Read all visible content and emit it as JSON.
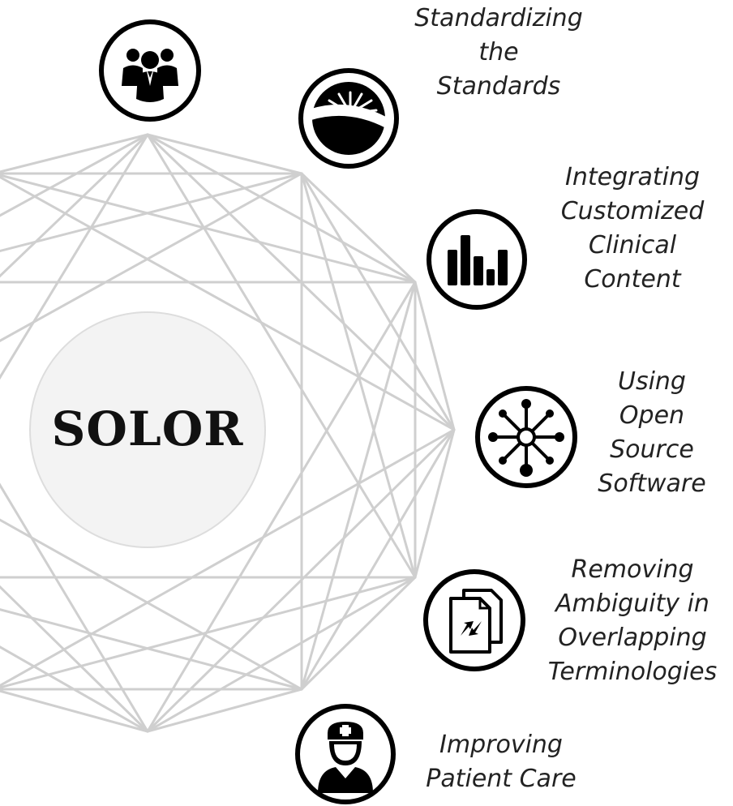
{
  "center": {
    "title": "SOLOR"
  },
  "colors": {
    "lattice": "#cfcfcf",
    "circle_fill": "#f3f3f3",
    "icon": "#000000",
    "text": "#222222"
  },
  "items": [
    {
      "icon": "people-icon",
      "lines": []
    },
    {
      "icon": "sunrise-icon",
      "lines": [
        "Standardizing",
        "the",
        "Standards"
      ]
    },
    {
      "icon": "bar-chart-icon",
      "lines": [
        "Integrating",
        "Customized",
        "Clinical",
        "Content"
      ]
    },
    {
      "icon": "network-hub-icon",
      "lines": [
        "Using",
        "Open",
        "Source",
        "Software"
      ]
    },
    {
      "icon": "documents-transfer-icon",
      "lines": [
        "Removing",
        "Ambiguity in",
        "Overlapping",
        "Terminologies"
      ]
    },
    {
      "icon": "nurse-icon",
      "lines": [
        "Improving",
        "Patient Care"
      ]
    }
  ]
}
